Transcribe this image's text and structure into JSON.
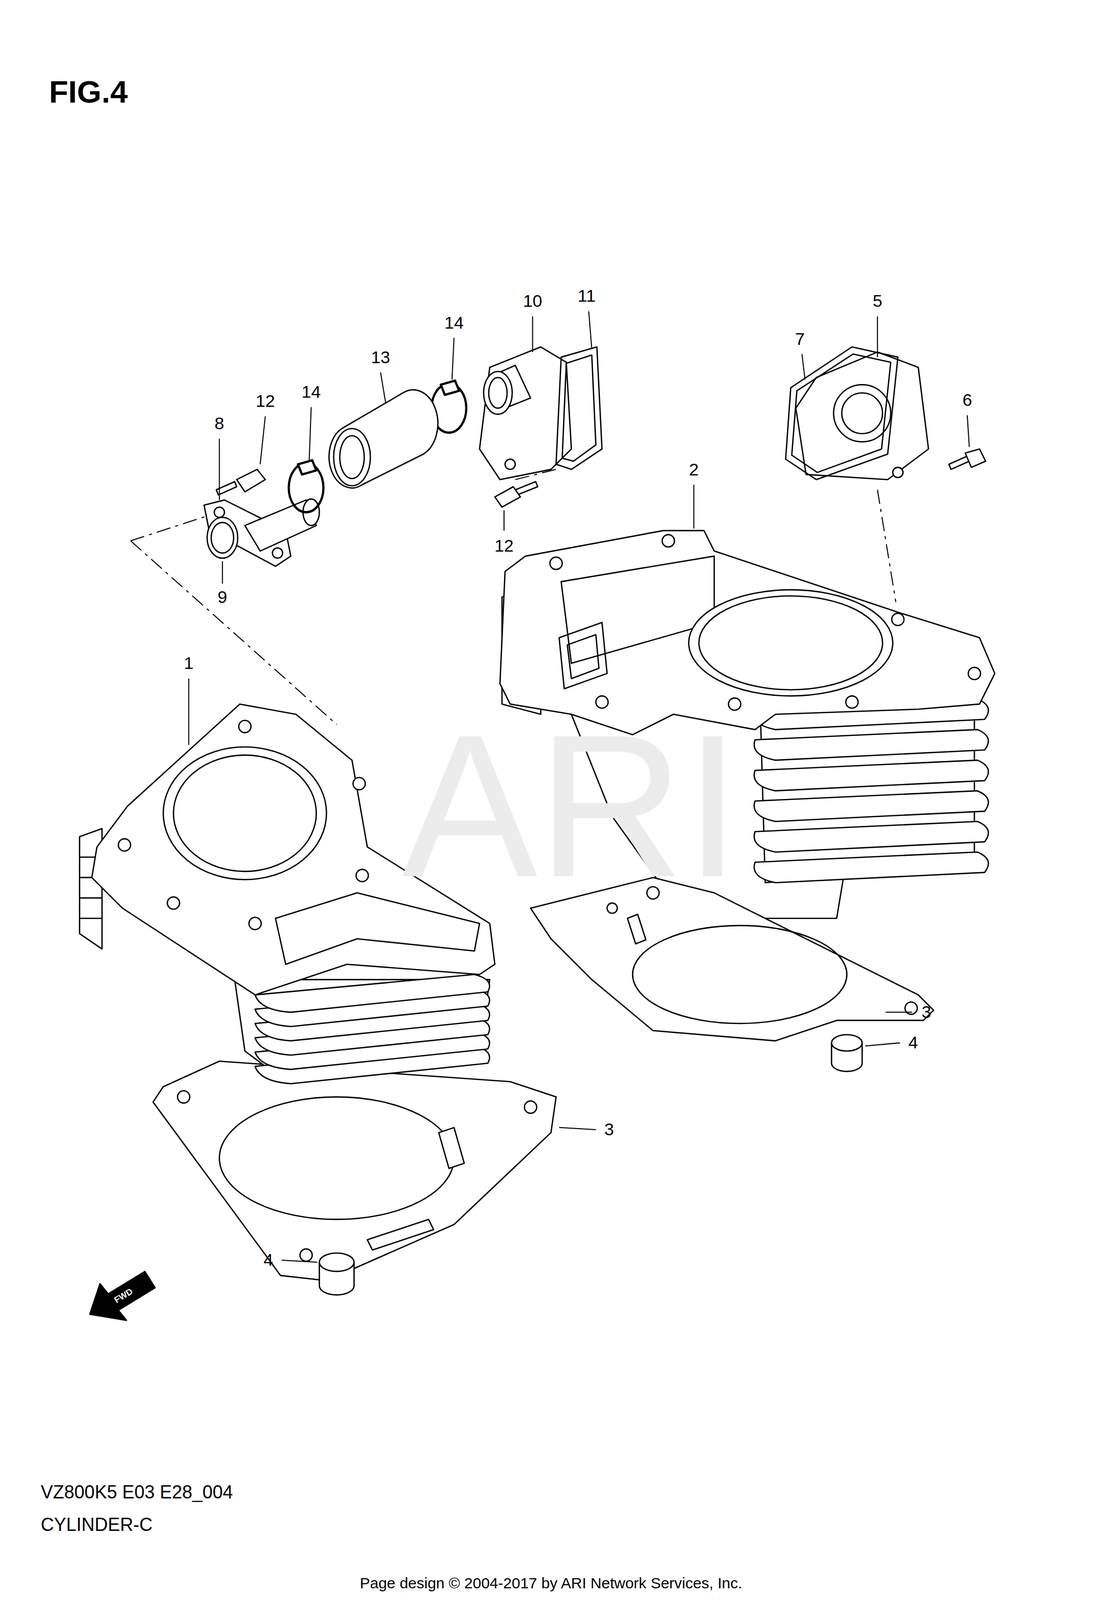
{
  "diagram": {
    "title": "FIG.4",
    "caption": "Page design © 2004-2017 by ARI Network Services, Inc.",
    "labels": [
      "11",
      "10",
      "5",
      "14",
      "7",
      "13",
      "12",
      "6",
      "14",
      "8",
      "2",
      "12",
      "9",
      "1",
      "ARI",
      "3",
      "4",
      "3",
      "4",
      "FWD",
      "VZ800K5 E03 E28_004",
      "CYLINDER-C"
    ]
  }
}
